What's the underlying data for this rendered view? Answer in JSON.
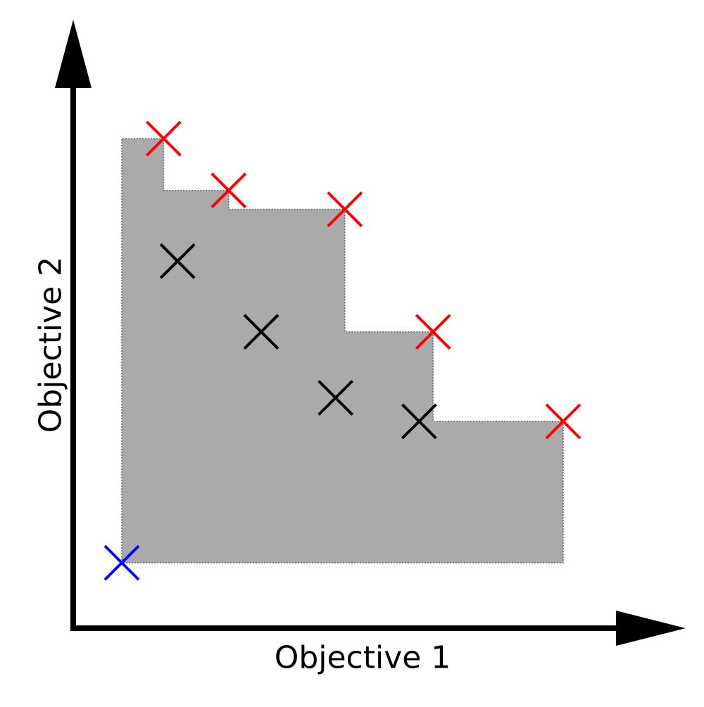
{
  "chart_data": {
    "type": "scatter",
    "xlabel": "Objective 1",
    "ylabel": "Objective 2",
    "reference_point": {
      "x": 0,
      "y": 0,
      "color": "#0000ff"
    },
    "pareto_front": {
      "color": "#ff0000",
      "points": [
        {
          "x": 0.9,
          "y": 9.0
        },
        {
          "x": 2.3,
          "y": 7.9
        },
        {
          "x": 4.8,
          "y": 7.5
        },
        {
          "x": 6.7,
          "y": 4.9
        },
        {
          "x": 9.5,
          "y": 3.0
        }
      ]
    },
    "dominated_points": {
      "color": "#000000",
      "points": [
        {
          "x": 1.2,
          "y": 6.4
        },
        {
          "x": 3.0,
          "y": 4.9
        },
        {
          "x": 4.6,
          "y": 3.5
        },
        {
          "x": 6.4,
          "y": 3.0
        }
      ]
    },
    "dominated_region": {
      "fill": "#aaaaaa"
    },
    "axis_color": "#000000"
  }
}
